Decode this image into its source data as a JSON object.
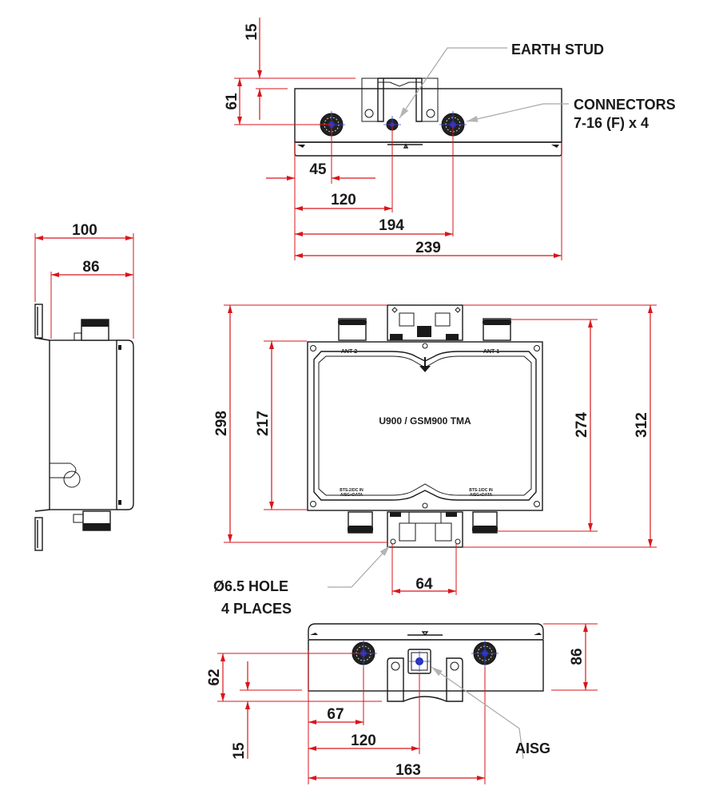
{
  "drawing": {
    "title": "TMA dimensional drawing",
    "units": "mm",
    "colors": {
      "dimension_lines": "#d9161c",
      "outline": "#1a1a1a",
      "leader": "#a8a8a8",
      "connector_core": "#2730b8"
    }
  },
  "top_view": {
    "dimensions": {
      "bracket_offset": "15",
      "connector_height": "61",
      "first_connector": "45",
      "earth_stud": "120",
      "second_connector": "194",
      "overall_width": "239"
    },
    "callouts": {
      "earth_stud": "EARTH STUD",
      "connectors_line1": "CONNECTORS",
      "connectors_line2": "7-16 (F) x 4"
    }
  },
  "side_view": {
    "dimensions": {
      "overall_depth": "100",
      "body_depth": "86"
    }
  },
  "front_view": {
    "product_label": "U900 / GSM900 TMA",
    "port_labels": {
      "top_left": "ANT-2",
      "top_right": "ANT-1",
      "bottom_left_line1": "BTS-2/DC IN",
      "bottom_left_line2": "AISG+DATA",
      "bottom_right_line1": "BTS-1/DC IN",
      "bottom_right_line2": "AISG+DATA"
    },
    "dimensions": {
      "height_with_connectors": "298",
      "body_height": "217",
      "connector_span": "274",
      "overall_height": "312",
      "bracket_hole_spacing": "64"
    },
    "callouts": {
      "hole_line1": "Ø6.5 HOLE",
      "hole_line2": "4 PLACES"
    }
  },
  "bottom_view": {
    "dimensions": {
      "connector_height": "62",
      "bracket_offset": "15",
      "first_connector": "67",
      "aisg_port": "120",
      "second_connector": "163",
      "depth": "86"
    },
    "callouts": {
      "aisg": "AISG"
    }
  }
}
